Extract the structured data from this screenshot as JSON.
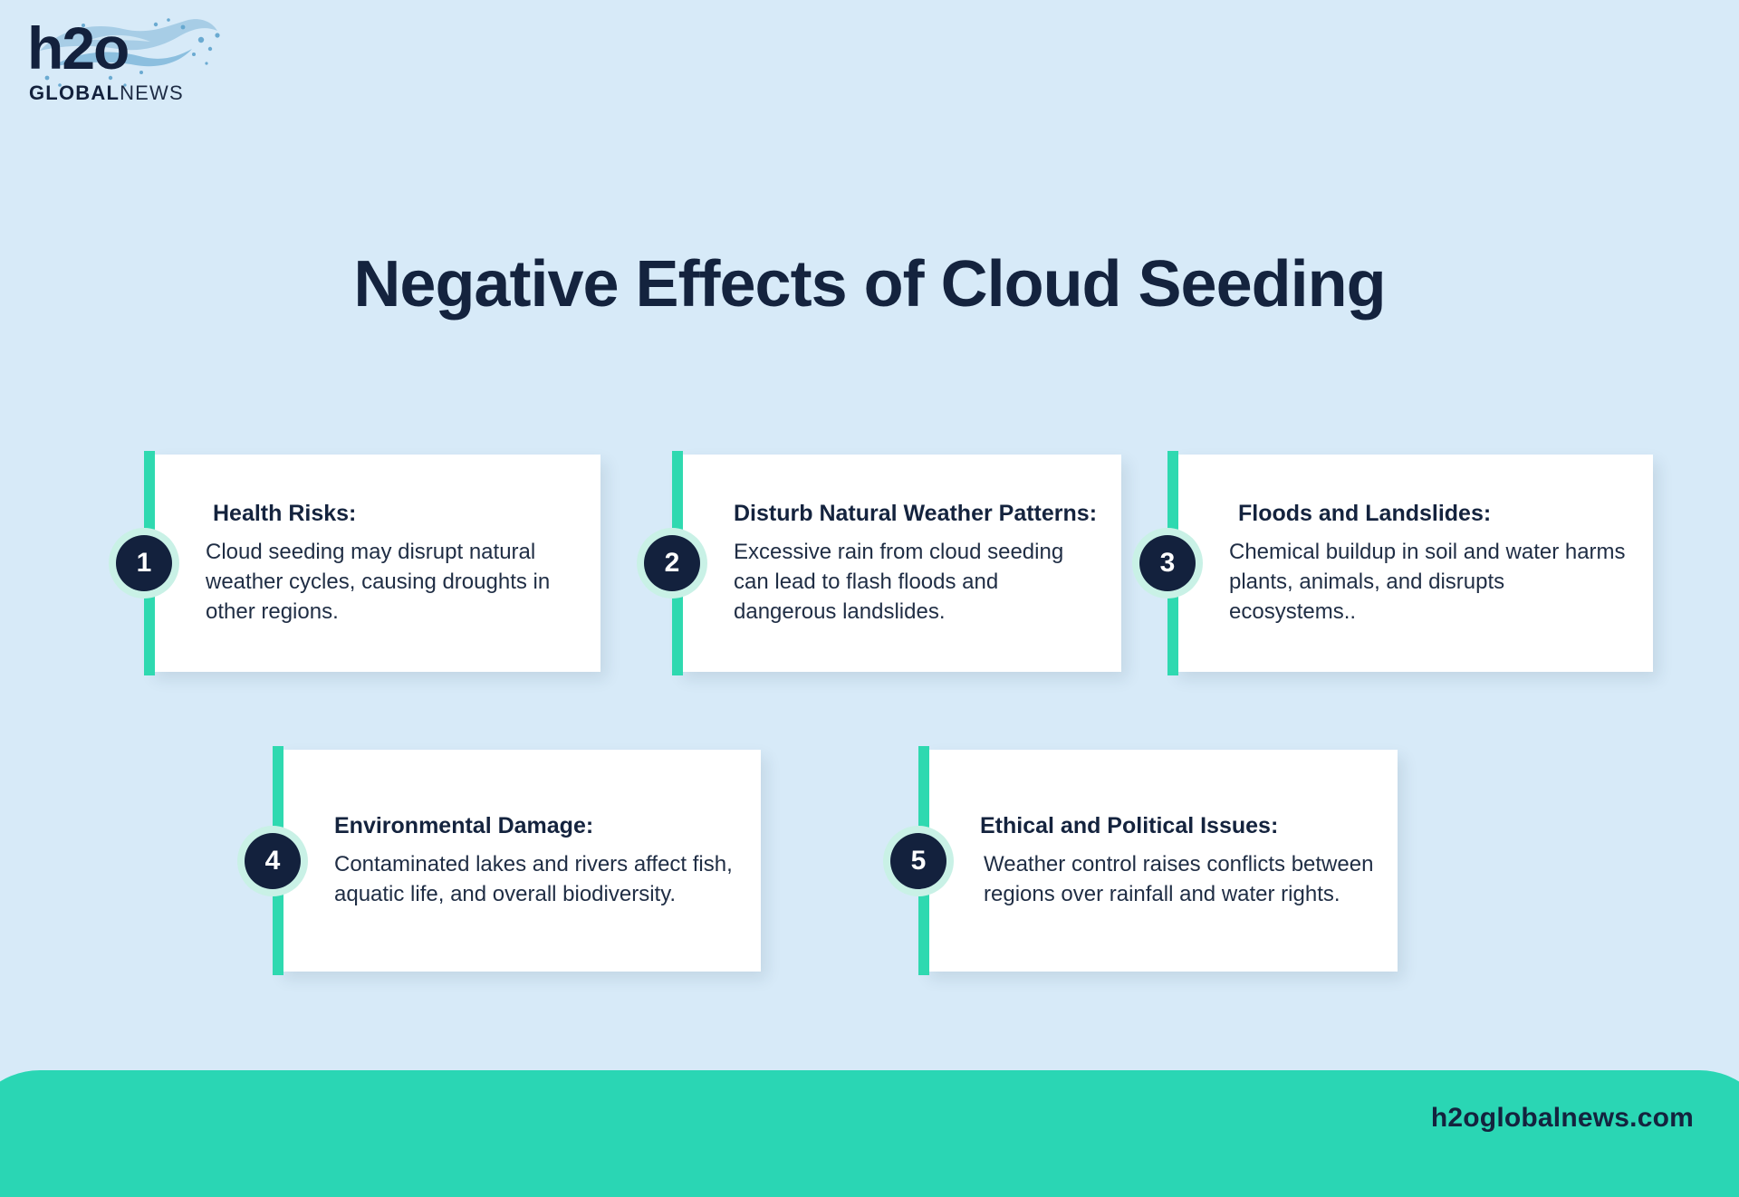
{
  "brand": {
    "logo_main": "h2o",
    "logo_sub_digit": "2",
    "logo_global": "GLOBAL",
    "logo_news": "NEWS",
    "logo_alt": "h2o Global News"
  },
  "header": {
    "title": "Negative Effects of Cloud Seeding"
  },
  "colors": {
    "background": "#d7eaf8",
    "accent_teal": "#2fd9b0",
    "footer_teal": "#2ad6b4",
    "badge_navy": "#13213d",
    "badge_ring": "#c9f1e6",
    "card_white": "#ffffff",
    "text_navy": "#14233e",
    "body_text": "#1f2d44"
  },
  "cards": [
    {
      "number": "1",
      "title": "Health Risks:",
      "text": "Cloud seeding may disrupt natural weather cycles, causing droughts in other regions."
    },
    {
      "number": "2",
      "title": "Disturb Natural Weather Patterns:",
      "text": "Excessive rain from cloud seeding can lead to flash floods and dangerous landslides."
    },
    {
      "number": "3",
      "title": "Floods and Landslides:",
      "text": "Chemical buildup in soil and water harms plants, animals, and disrupts ecosystems.."
    },
    {
      "number": "4",
      "title": "Environmental Damage:",
      "text": "Contaminated lakes and rivers affect fish, aquatic life, and overall biodiversity."
    },
    {
      "number": "5",
      "title": "Ethical and Political Issues:",
      "text": "Weather control raises conflicts between regions over rainfall and water rights."
    }
  ],
  "footer": {
    "url": "h2oglobalnews.com"
  }
}
